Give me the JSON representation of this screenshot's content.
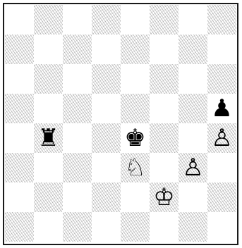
{
  "board": {
    "orientation": "white-at-bottom",
    "light_color": "#ffffff",
    "dark_style": "hatched-gray"
  },
  "pieces": [
    {
      "square": "h5",
      "glyph": "♟",
      "name": "black-pawn-icon"
    },
    {
      "square": "b4",
      "glyph": "♜",
      "name": "black-rook-icon"
    },
    {
      "square": "e4",
      "glyph": "♚",
      "name": "black-king-icon"
    },
    {
      "square": "h4",
      "glyph": "♙",
      "name": "white-pawn-icon"
    },
    {
      "square": "e3",
      "glyph": "♘",
      "name": "white-knight-icon"
    },
    {
      "square": "g3",
      "glyph": "♙",
      "name": "white-pawn-icon"
    },
    {
      "square": "f2",
      "glyph": "♔",
      "name": "white-king-icon"
    }
  ]
}
